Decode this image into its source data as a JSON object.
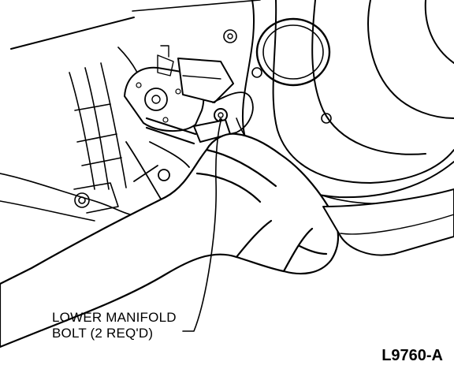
{
  "callout": {
    "line1": "LOWER MANIFOLD",
    "line2": "BOLT (2 REQ'D)"
  },
  "figure_id": "L9760-A",
  "colors": {
    "ink": "#000000",
    "paper": "#ffffff"
  }
}
